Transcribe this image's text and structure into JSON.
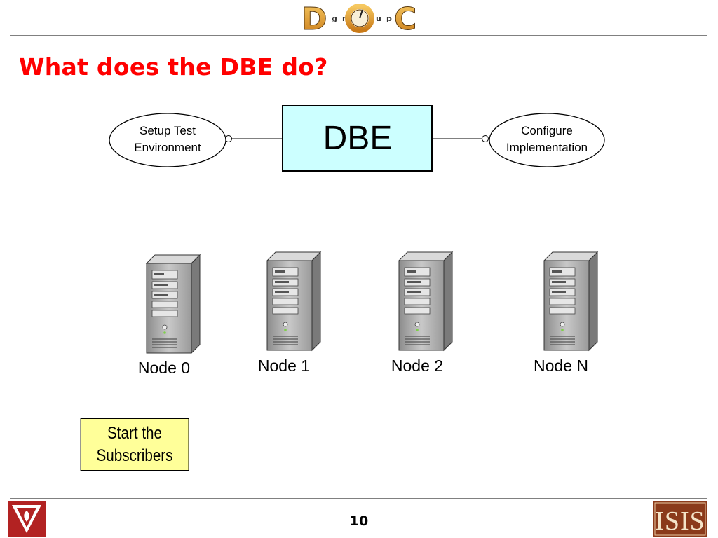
{
  "header": {
    "logo_letters": [
      "D",
      "g",
      "r",
      "O",
      "u",
      "p",
      "C"
    ]
  },
  "slide": {
    "title": "What does the DBE do?"
  },
  "diagram": {
    "dbe_label": "DBE",
    "left_use_case": [
      "Setup Test",
      "Environment"
    ],
    "right_use_case": [
      "Configure",
      "Implementation"
    ],
    "nodes": [
      "Node 0",
      "Node 1",
      "Node 2",
      "Node N"
    ],
    "action_box": [
      "Start the",
      "Subscribers"
    ]
  },
  "footer": {
    "page_number": "10",
    "left_logo_letter": "V",
    "right_logo_text": "ISIS"
  },
  "colors": {
    "title_red": "#ff0000",
    "dbe_fill": "#ccffff",
    "action_fill": "#ffff99",
    "logo_orange": "#e8a030",
    "vanderbilt_red": "#b22222",
    "isis_brown": "#8b3a1a"
  }
}
